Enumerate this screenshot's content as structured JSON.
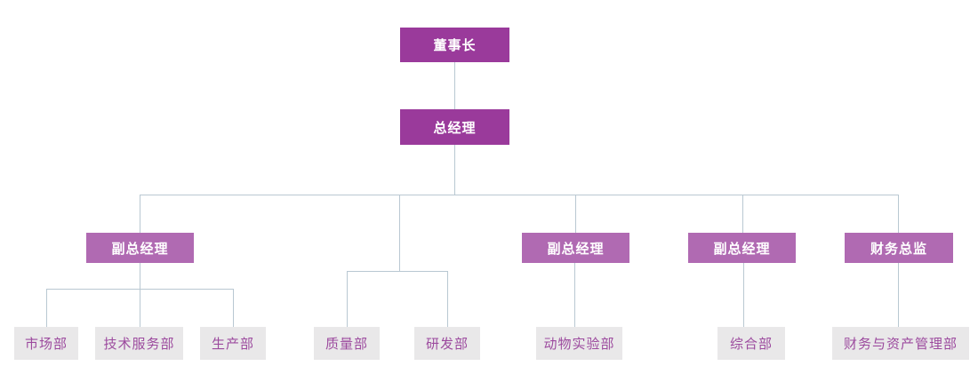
{
  "org_chart": {
    "type": "org-chart",
    "colors": {
      "executive_box": "#9a3a9b",
      "manager_box": "#b06ab2",
      "department_box": "#e9e8e9",
      "department_text": "#9c4a9e",
      "executive_text": "#ffffff",
      "connector_line": "#b9c8d2",
      "background": "#ffffff"
    },
    "nodes": {
      "chairman": {
        "label": "董事长"
      },
      "general_manager": {
        "label": "总经理"
      },
      "vp_left": {
        "label": "副总经理"
      },
      "vp_mid": {
        "label": "副总经理"
      },
      "vp_right": {
        "label": "副总经理"
      },
      "finance_director": {
        "label": "财务总监"
      },
      "marketing": {
        "label": "市场部"
      },
      "tech_service": {
        "label": "技术服务部"
      },
      "production": {
        "label": "生产部"
      },
      "quality": {
        "label": "质量部"
      },
      "rnd": {
        "label": "研发部"
      },
      "animal_lab": {
        "label": "动物实验部"
      },
      "general_affairs": {
        "label": "综合部"
      },
      "finance_asset": {
        "label": "财务与资产管理部"
      }
    },
    "edges": [
      {
        "from": "chairman",
        "to": "general_manager"
      },
      {
        "from": "general_manager",
        "to": "vp_left"
      },
      {
        "from": "general_manager",
        "to": "quality"
      },
      {
        "from": "general_manager",
        "to": "rnd"
      },
      {
        "from": "general_manager",
        "to": "vp_mid"
      },
      {
        "from": "general_manager",
        "to": "vp_right"
      },
      {
        "from": "general_manager",
        "to": "finance_director"
      },
      {
        "from": "vp_left",
        "to": "marketing"
      },
      {
        "from": "vp_left",
        "to": "tech_service"
      },
      {
        "from": "vp_left",
        "to": "production"
      },
      {
        "from": "vp_mid",
        "to": "animal_lab"
      },
      {
        "from": "vp_right",
        "to": "general_affairs"
      },
      {
        "from": "finance_director",
        "to": "finance_asset"
      }
    ]
  }
}
